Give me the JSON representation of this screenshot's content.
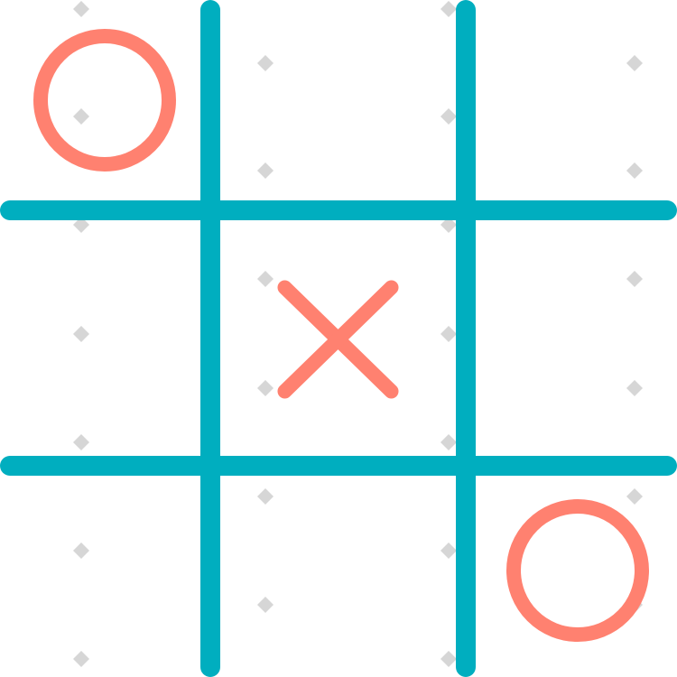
{
  "game": {
    "rows": 3,
    "cols": 3,
    "cells": [
      [
        "O",
        "",
        ""
      ],
      [
        "",
        "X",
        ""
      ],
      [
        "",
        "",
        "O"
      ]
    ]
  },
  "colors": {
    "grid": "#00aebf",
    "mark": "#ff8170",
    "background": "#ffffff",
    "watermark": "#cfcfcf"
  },
  "icons": {
    "o": "circle-icon",
    "x": "cross-icon",
    "watermark": "diamond-icon"
  }
}
